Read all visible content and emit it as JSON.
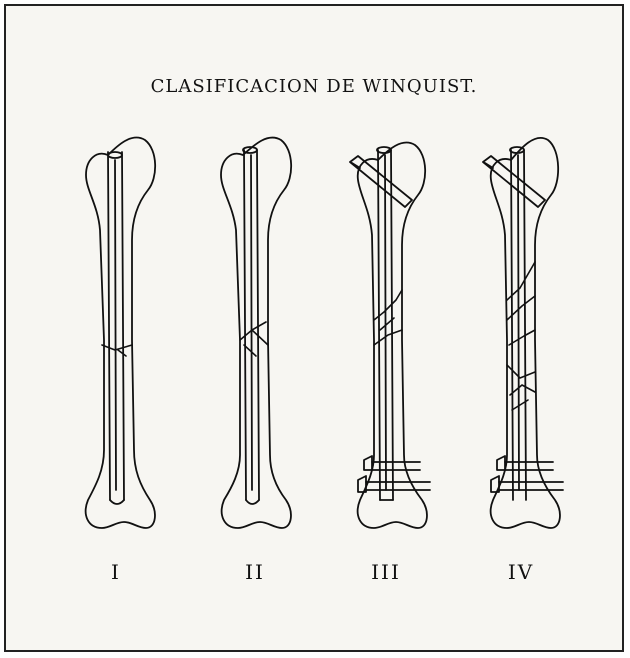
{
  "title": "CLASIFICACION DE WINQUIST.",
  "labels": [
    "I",
    "II",
    "III",
    "IV"
  ]
}
